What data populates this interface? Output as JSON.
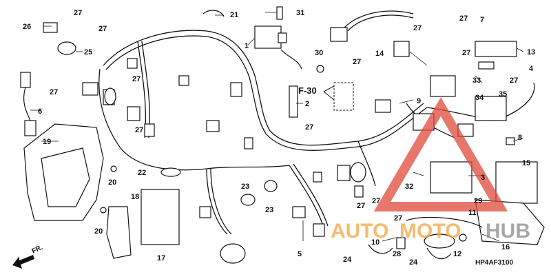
{
  "diagram": {
    "catalog_code": "HP4AF3100",
    "reference_label": "F-30",
    "front_label": "FR.",
    "watermark": {
      "part1": "AUTO",
      "part2": "MOTO",
      "part3": "HUB"
    },
    "callouts": {
      "c1": "1",
      "c2": "2",
      "c4": "4",
      "c5": "5",
      "c6": "6",
      "c7": "7",
      "c8": "8",
      "c9": "9",
      "c10": "10",
      "c11": "11",
      "c12": "12",
      "c13": "13",
      "c14": "14",
      "c15": "15",
      "c16": "16",
      "c17": "17",
      "c18": "18",
      "c19": "19",
      "c20a": "20",
      "c20b": "20",
      "c21": "21",
      "c22": "22",
      "c23a": "23",
      "c23b": "23",
      "c24a": "24",
      "c24b": "24",
      "c25": "25",
      "c26": "26",
      "c27a": "27",
      "c27b": "27",
      "c27c": "27",
      "c27d": "27",
      "c27e": "27",
      "c27f": "27",
      "c27g": "27",
      "c27h": "27",
      "c27i": "27",
      "c27j": "27",
      "c27k": "27",
      "c27l": "27",
      "c27m": "27",
      "c27n": "27",
      "c28": "28",
      "c29": "29",
      "c30": "30",
      "c31": "31",
      "c32": "32",
      "c33": "33",
      "c34": "34",
      "c35": "35",
      "c3": "3"
    },
    "colors": {
      "line": "#111111",
      "watermark_red": "#e04a3a",
      "watermark_orange": "#f2a640",
      "watermark_gray": "#8a8a8a"
    }
  }
}
